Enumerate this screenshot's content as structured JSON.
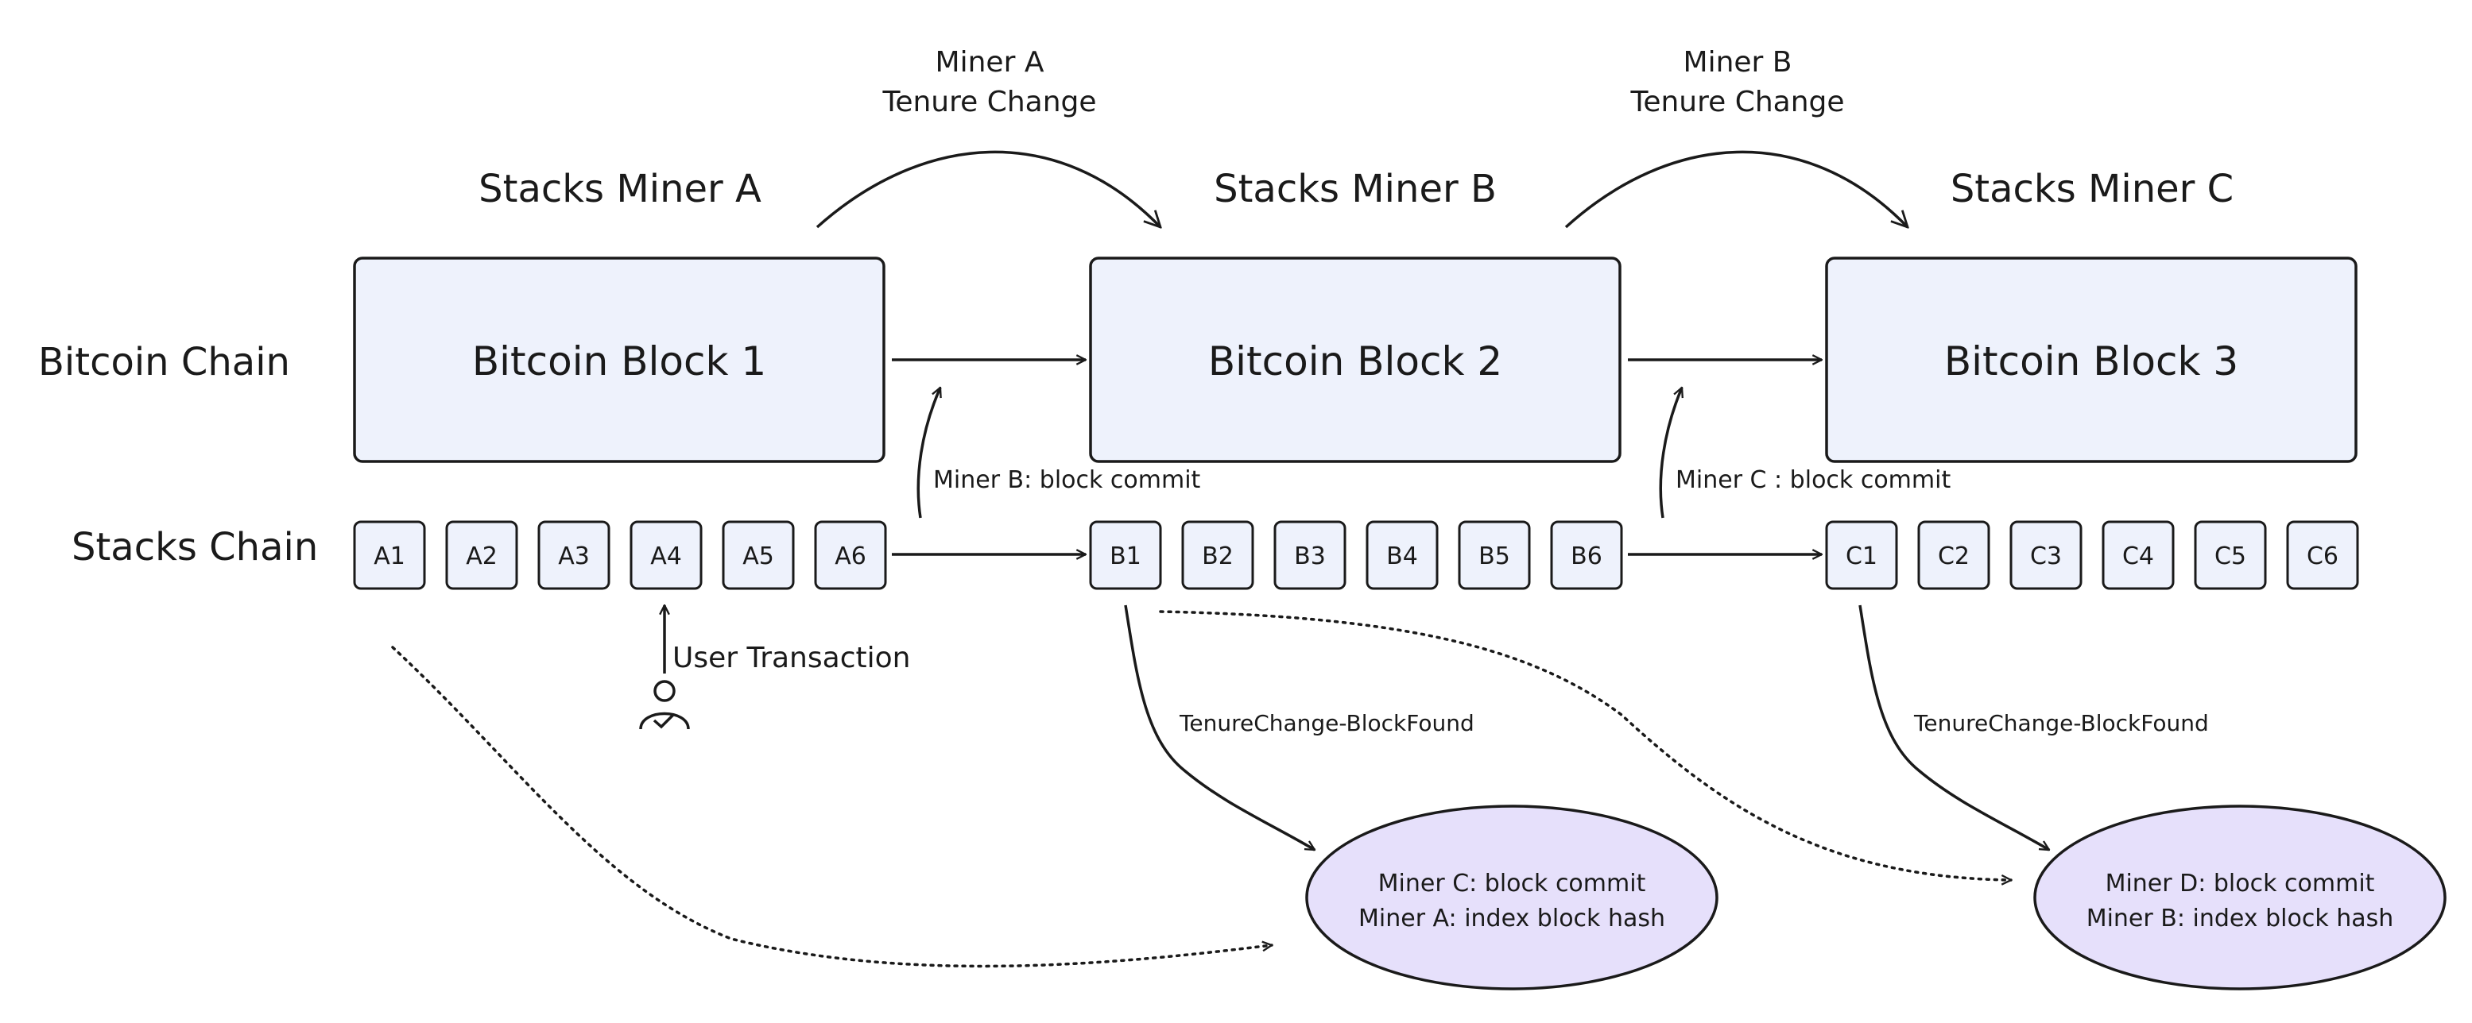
{
  "rows": {
    "bitcoin_label": "Bitcoin Chain",
    "stacks_label": "Stacks Chain"
  },
  "miners": [
    {
      "label": "Stacks Miner A"
    },
    {
      "label": "Stacks Miner B"
    },
    {
      "label": "Stacks Miner C"
    }
  ],
  "tenure_changes": [
    {
      "line1": "Miner A",
      "line2": "Tenure Change"
    },
    {
      "line1": "Miner B",
      "line2": "Tenure Change"
    }
  ],
  "bitcoin_blocks": [
    {
      "label": "Bitcoin Block 1"
    },
    {
      "label": "Bitcoin Block 2"
    },
    {
      "label": "Bitcoin Block 3"
    }
  ],
  "stacks_blocks": [
    [
      "A1",
      "A2",
      "A3",
      "A4",
      "A5",
      "A6"
    ],
    [
      "B1",
      "B2",
      "B3",
      "B4",
      "B5",
      "B6"
    ],
    [
      "C1",
      "C2",
      "C3",
      "C4",
      "C5",
      "C6"
    ]
  ],
  "commits": [
    {
      "label": "Miner B:  block commit"
    },
    {
      "label": "Miner C : block commit"
    }
  ],
  "user_transaction": "User Transaction",
  "block_found": [
    {
      "label": "TenureChange-BlockFound"
    },
    {
      "label": "TenureChange-BlockFound"
    }
  ],
  "ellipses": [
    {
      "line1": "Miner C:  block commit",
      "line2": "Miner A:  index block hash"
    },
    {
      "line1": "Miner D:  block commit",
      "line2": "Miner B:  index block hash"
    }
  ],
  "colors": {
    "block_fill": "#eef2fc",
    "ellipse_fill": "#e6e0fb",
    "stroke": "#1a1a1a"
  }
}
